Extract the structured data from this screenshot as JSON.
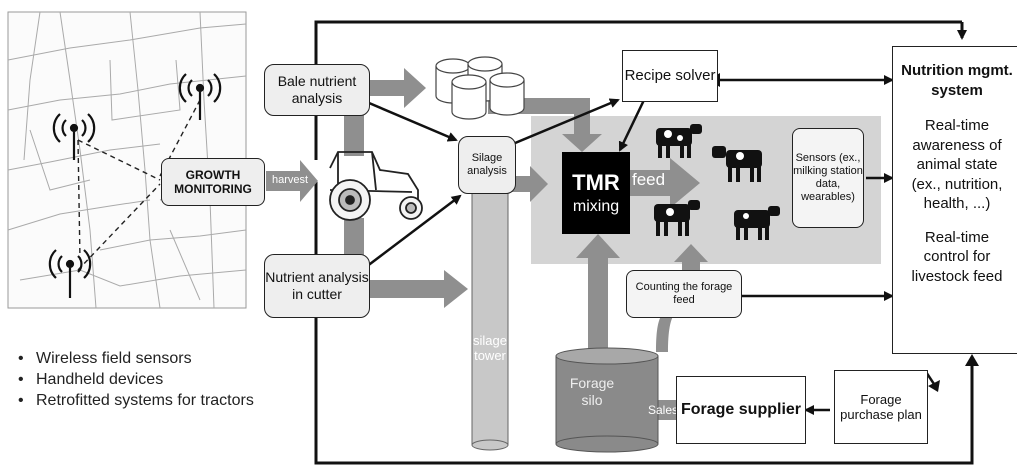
{
  "nodes": {
    "growth_monitoring": "GROWTH MONITORING",
    "harvest": "harvest",
    "bale_nutrient": "Bale nutrient analysis",
    "nutrient_cutter": "Nutrient analysis in cutter",
    "silage_analysis": "Silage analysis",
    "recipe_solver": "Recipe solver",
    "tmr_title": "TMR",
    "tmr_sub": "mixing",
    "feed": "feed",
    "sensors": "Sensors (ex., milking station data, wearables)",
    "counting": "Counting the forage feed",
    "silage_tower": "silage tower",
    "forage_silo": "Forage silo",
    "sales": "Sales",
    "forage_supplier": "Forage supplier",
    "purchase_plan": "Forage purchase plan",
    "nutrition_title": "Nutrition mgmt. system",
    "nutrition_awareness": "Real-time awareness of animal state (ex., nutrition, health, ...)",
    "nutrition_control": "Real-time control for livestock feed"
  },
  "bullets": [
    "Wireless field sensors",
    "Handheld devices",
    "Retrofitted systems for tractors"
  ],
  "colors": {
    "arrow_grey": "#8f8f8f",
    "panel_grey": "#d4d4d4",
    "box_grey": "#eeeeee",
    "tmr_black": "#000000",
    "line_black": "#111111"
  },
  "icons": [
    "field-map",
    "wireless-sensor-icon",
    "tractor-icon",
    "bale-icon",
    "cow-icon"
  ]
}
